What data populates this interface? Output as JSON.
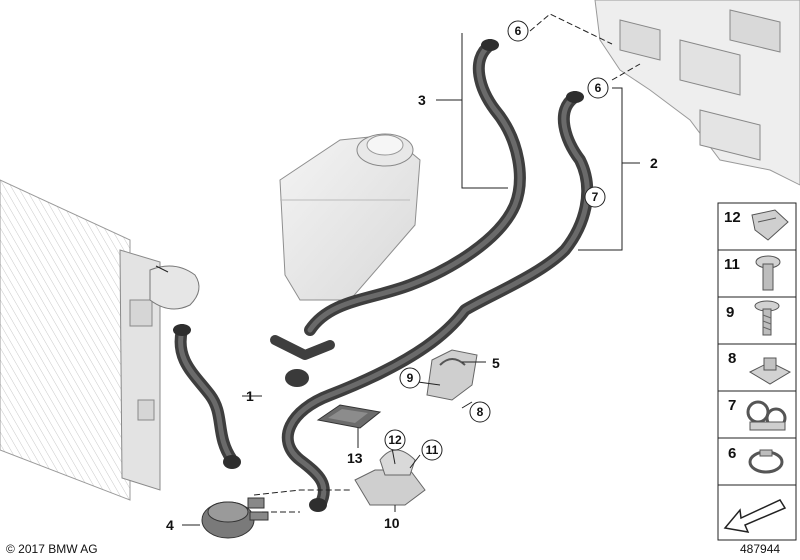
{
  "callouts": {
    "c1": "1",
    "c2": "2",
    "c3": "3",
    "c4": "4",
    "c5": "5",
    "c10": "10",
    "c13": "13",
    "circ6a": "6",
    "circ6b": "6",
    "circ7": "7",
    "circ9": "9",
    "circ8": "8",
    "circ12": "12",
    "circ11": "11"
  },
  "legend": {
    "items": [
      {
        "num": "12",
        "icon": "spring-clip-icon"
      },
      {
        "num": "11",
        "icon": "torx-bolt-icon"
      },
      {
        "num": "9",
        "icon": "screw-icon"
      },
      {
        "num": "8",
        "icon": "square-nut-icon"
      },
      {
        "num": "7",
        "icon": "hose-holder-icon"
      },
      {
        "num": "6",
        "icon": "hose-clamp-icon"
      }
    ]
  },
  "footer": {
    "copyright": "© 2017 BMW AG",
    "diagram_id": "487944"
  }
}
